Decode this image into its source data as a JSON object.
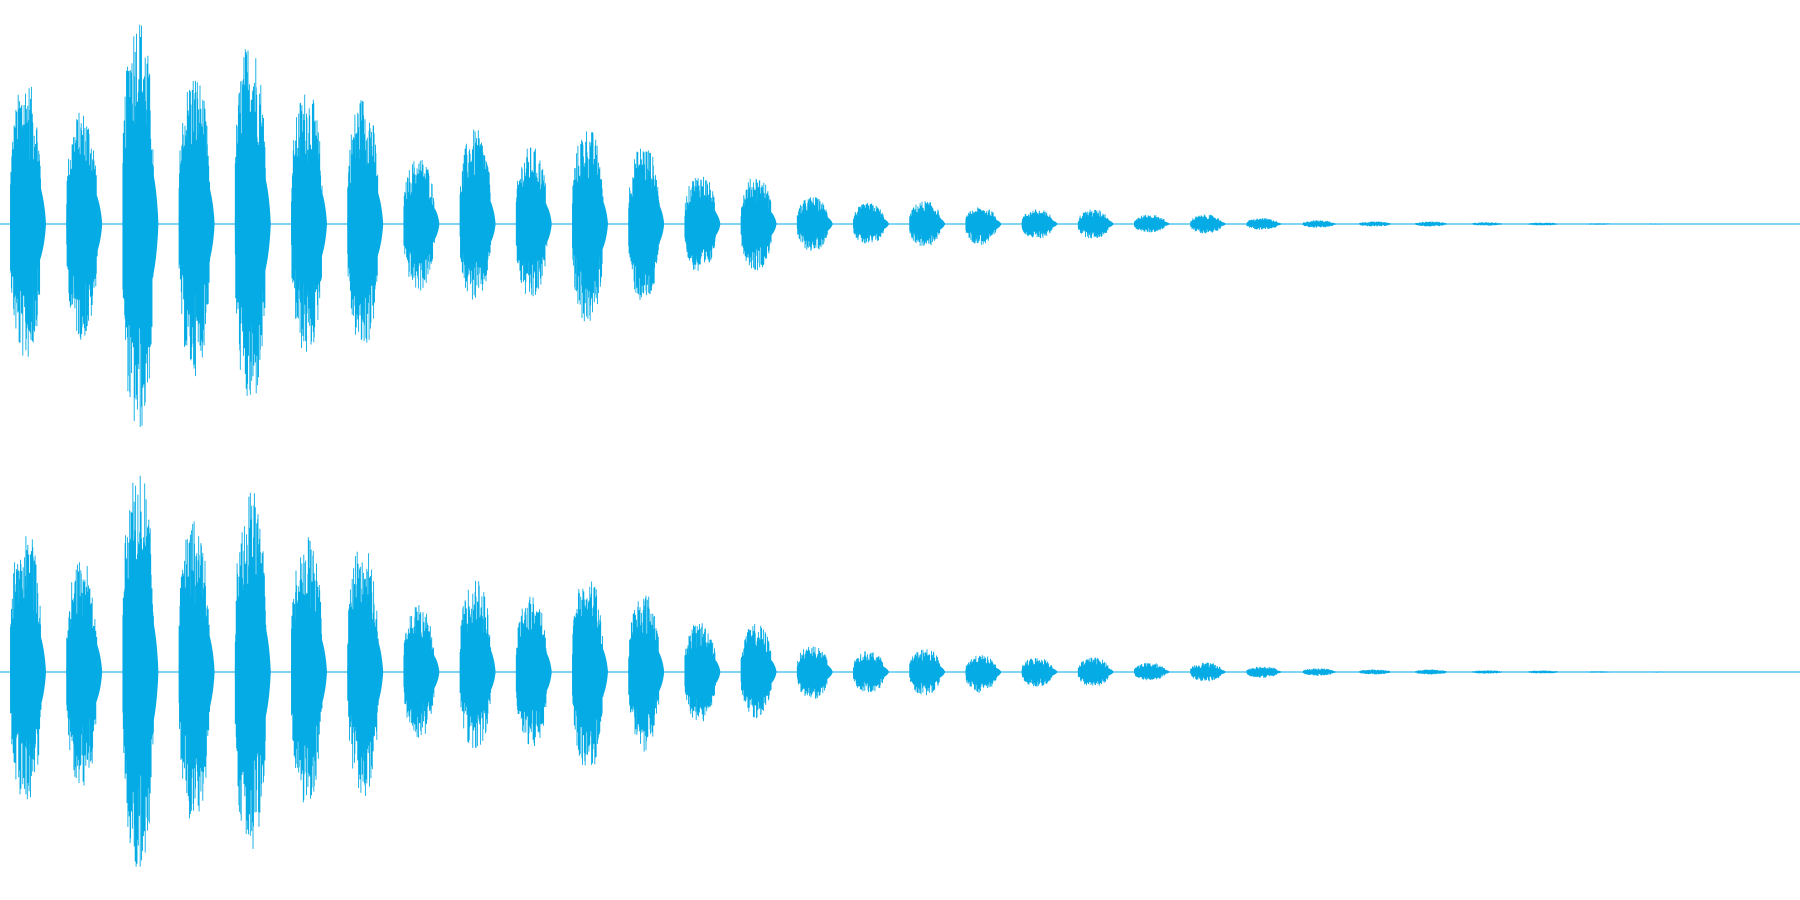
{
  "waveform": {
    "color": "#04ABE4",
    "background": "#FFFFFF",
    "channels": [
      {
        "name": "channel-1"
      },
      {
        "name": "channel-2"
      }
    ],
    "bursts": [
      {
        "up": 0.69,
        "down": 0.65
      },
      {
        "up": 0.54,
        "down": 0.55
      },
      {
        "up": 1.0,
        "down": 1.0
      },
      {
        "up": 0.72,
        "down": 0.72
      },
      {
        "up": 0.88,
        "down": 0.88
      },
      {
        "up": 0.64,
        "down": 0.63
      },
      {
        "up": 0.61,
        "down": 0.6
      },
      {
        "up": 0.32,
        "down": 0.32
      },
      {
        "up": 0.45,
        "down": 0.37
      },
      {
        "up": 0.37,
        "down": 0.37
      },
      {
        "up": 0.46,
        "down": 0.48
      },
      {
        "up": 0.38,
        "down": 0.38
      },
      {
        "up": 0.24,
        "down": 0.24
      },
      {
        "up": 0.23,
        "down": 0.22
      },
      {
        "up": 0.13,
        "down": 0.13
      },
      {
        "up": 0.1,
        "down": 0.1
      },
      {
        "up": 0.11,
        "down": 0.11
      },
      {
        "up": 0.08,
        "down": 0.1
      },
      {
        "up": 0.07,
        "down": 0.07
      },
      {
        "up": 0.07,
        "down": 0.07
      },
      {
        "up": 0.045,
        "down": 0.04
      },
      {
        "up": 0.045,
        "down": 0.045
      },
      {
        "up": 0.028,
        "down": 0.028
      },
      {
        "up": 0.018,
        "down": 0.018
      },
      {
        "up": 0.012,
        "down": 0.012
      },
      {
        "up": 0.012,
        "down": 0.012
      },
      {
        "up": 0.008,
        "down": 0.008
      },
      {
        "up": 0.007,
        "down": 0.007
      },
      {
        "up": 0.004,
        "down": 0.004
      },
      {
        "up": 0.003,
        "down": 0.003
      }
    ]
  }
}
